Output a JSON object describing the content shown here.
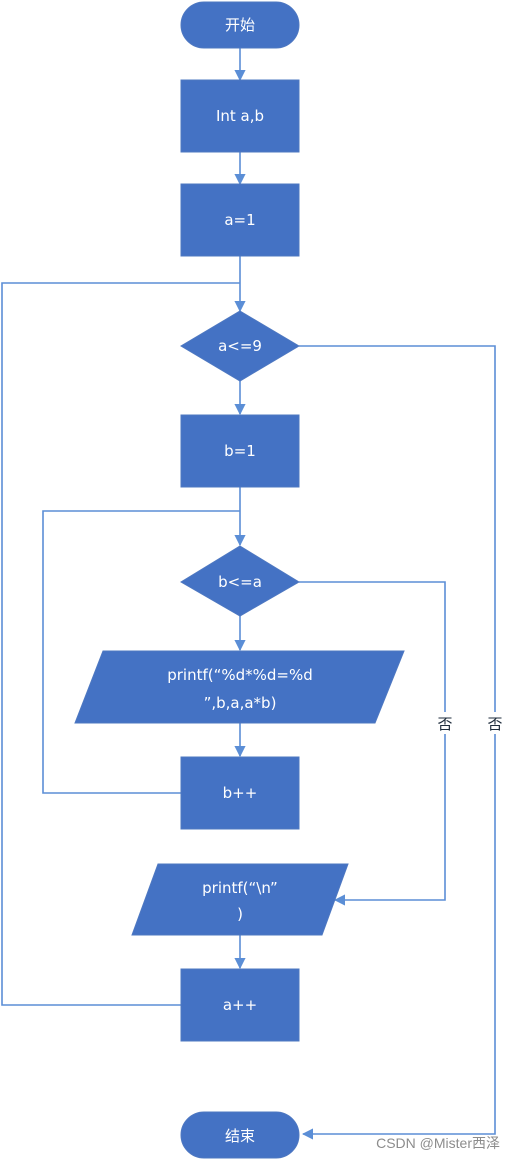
{
  "colors": {
    "fill": "#4472c4",
    "line": "#5b8ed6",
    "text": "#ffffff"
  },
  "nodes": {
    "start": "开始",
    "decl": "Int a,b",
    "init_a": "a=1",
    "cond_a": "a<=9",
    "init_b": "b=1",
    "cond_b": "b<=a",
    "print_line1": "printf(“%d*%d=%d",
    "print_line2": "”,b,a,a*b)",
    "inc_b": "b++",
    "newline_line1": "printf(“\\n”",
    "newline_line2": ")",
    "inc_a": "a++",
    "end": "结束"
  },
  "edge_labels": {
    "no_inner": "否",
    "no_outer": "否"
  },
  "watermark": "CSDN @Mister西泽"
}
